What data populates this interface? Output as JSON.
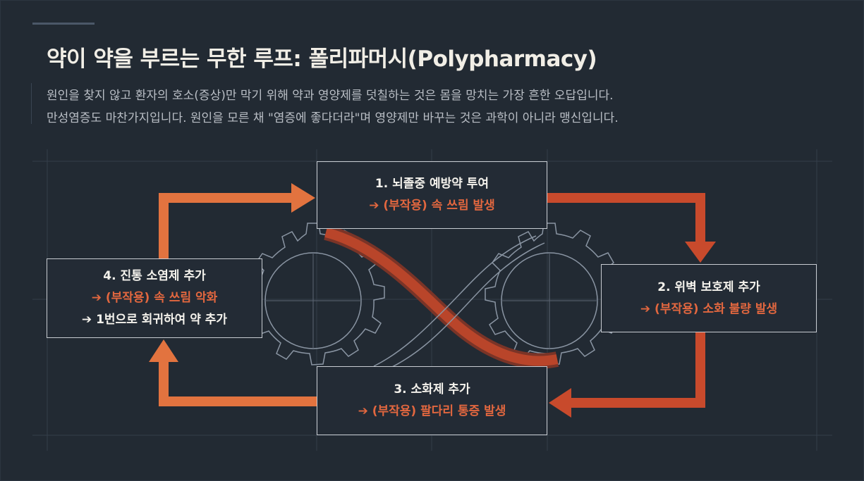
{
  "header": {
    "title": "약이 약을 부르는 무한 루프: 폴리파머시(Polypharmacy)",
    "subtitle_lines": [
      "원인을 찾지 않고 환자의 호소(증상)만 막기 위해 약과 영양제를 덧칠하는 것은 몸을 망치는 가장 흔한 오답입니다.",
      "만성염증도 마찬가지입니다. 원인을 모른 채 \"염증에 좋다더라\"며 영양제만 바꾸는 것은 과학이 아니라 맹신입니다."
    ]
  },
  "cycle": {
    "step1": {
      "title": "1. 뇌졸중 예방약 투여",
      "effect": "➔ (부작용) 속 쓰림 발생"
    },
    "step2": {
      "title": "2. 위벽 보호제 추가",
      "effect": "➔ (부작용) 소화 불량 발생"
    },
    "step3": {
      "title": "3. 소화제 추가",
      "effect": "➔ (부작용) 팔다리 통증 발생"
    },
    "step4": {
      "title": "4. 진통 소염제 추가",
      "effect": "➔ (부작용) 속 쓰림 악화",
      "return": "➔ 1번으로 회귀하여 약 추가"
    }
  },
  "colors": {
    "background": "#222a33",
    "accent_orange": "#e2733f",
    "accent_red": "#c84a2c",
    "box_border": "#c8ccd2",
    "gear_stroke": "#8a95a3"
  },
  "icons": [
    "gear-icon",
    "infinity-icon",
    "arrow-icon"
  ]
}
